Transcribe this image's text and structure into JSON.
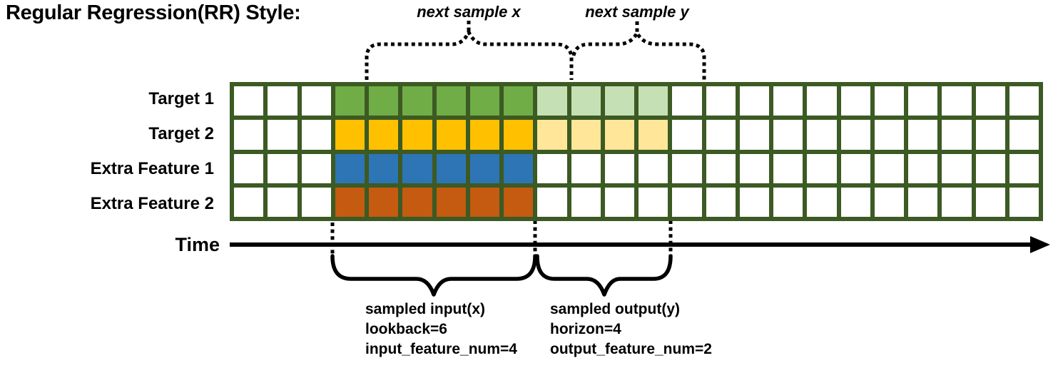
{
  "title": "Regular Regression(RR) Style:",
  "annotations": {
    "next_sample_x": "next sample x",
    "next_sample_y": "next sample y"
  },
  "time_axis": {
    "label": "Time"
  },
  "colors": {
    "grid_border": "#3C5A23",
    "input_green": "#70AD47",
    "output_green": "#C5E0B4",
    "input_gold": "#FFC000",
    "output_gold": "#FFE699",
    "input_blue": "#2E75B6",
    "input_orange": "#C55A11",
    "ink": "#000000"
  },
  "grid": {
    "columns": 24,
    "blank_leading_columns": 3,
    "input_start_col": 3,
    "lookback": 6,
    "horizon": 4,
    "rows": [
      {
        "label": "Target 1",
        "input_color": "#70AD47",
        "output_color": "#C5E0B4"
      },
      {
        "label": "Target 2",
        "input_color": "#FFC000",
        "output_color": "#FFE699"
      },
      {
        "label": "Extra Feature 1",
        "input_color": "#2E75B6",
        "output_color": null
      },
      {
        "label": "Extra Feature 2",
        "input_color": "#C55A11",
        "output_color": null
      }
    ]
  },
  "input_summary": {
    "lines": [
      "sampled input(x)",
      "lookback=6",
      "input_feature_num=4"
    ]
  },
  "output_summary": {
    "lines": [
      "sampled output(y)",
      "horizon=4",
      "output_feature_num=2"
    ]
  }
}
